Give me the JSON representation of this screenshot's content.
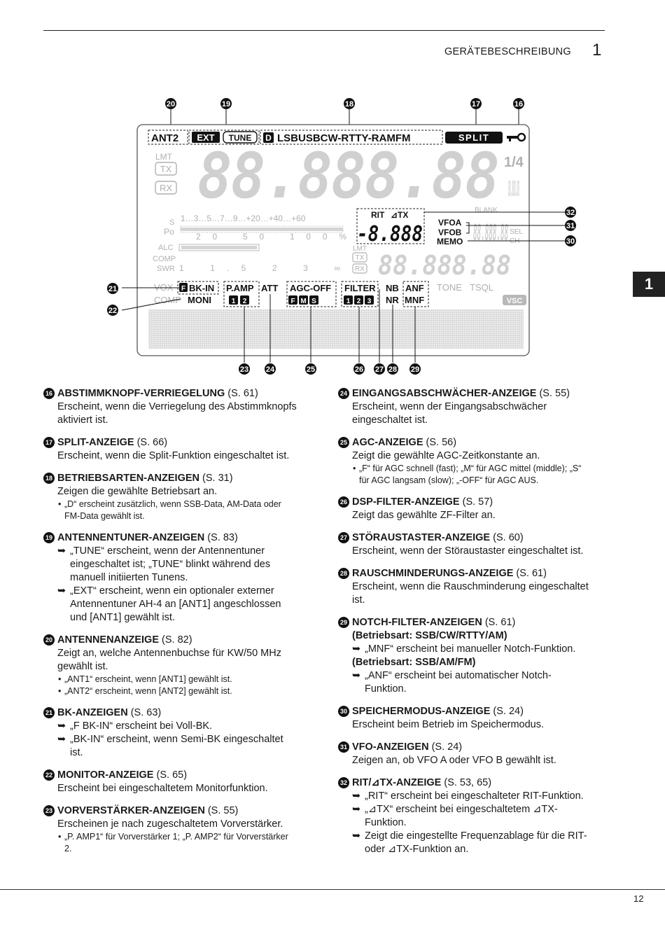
{
  "header": {
    "title": "GERÄTEBESCHREIBUNG",
    "chapter": "1"
  },
  "side_tab": "1",
  "page_number": "12",
  "diagram": {
    "top_row": {
      "ant": "ANT2",
      "ext": "EXT",
      "tune": "TUNE",
      "d": "D",
      "modes": "LSBUSBCW-RTTY-RAMFM",
      "split": "SPLIT"
    },
    "left_labels": {
      "lmt": "LMT",
      "tx": "TX",
      "rx": "RX"
    },
    "main_freq": "88.888.88",
    "quarter": "1/4",
    "meter": {
      "s_scale": "1…3…5…7…9…+20…+40…+60",
      "s": "S",
      "po": "Po",
      "po_scale": "20  50  100%",
      "alc": "ALC",
      "comp": "COMP",
      "swr": "SWR",
      "swr_scale": "1  1.5  2  3  ∞"
    },
    "rit": {
      "label_rit": "RIT",
      "label_dtx": "⊿TX",
      "value": "-8.888"
    },
    "vfo": {
      "vfoa": "VFOA",
      "vfob": "VFOB",
      "memo": "MEMO",
      "blank": "BLANK",
      "sel": "SEL",
      "ch": "CH"
    },
    "sub": {
      "lmt": "LMT",
      "tx": "TX",
      "rx": "RX",
      "freq": "88.888.88"
    },
    "status": {
      "vox": "VOX",
      "f": "F",
      "bkin": "BK-IN",
      "pamp": "P.AMP",
      "att": "ATT",
      "agc": "AGC-OFF",
      "filter": "FILTER",
      "nb": "NB",
      "anf": "ANF",
      "tone": "TONE",
      "tsql": "TSQL",
      "comp": "COMP",
      "moni": "MONI",
      "pamp_n1": "1",
      "pamp_n2": "2",
      "agc_f": "F",
      "agc_m": "M",
      "agc_s": "S",
      "f1": "1",
      "f2": "2",
      "f3": "3",
      "nr": "NR",
      "mnf": "MNF",
      "vsc": "VSC"
    },
    "callouts": {
      "c20": "20",
      "c19": "19",
      "c18": "18",
      "c17": "17",
      "c16": "16",
      "c32": "32",
      "c31": "31",
      "c30": "30",
      "c21": "21",
      "c22": "22",
      "c23": "23",
      "c24": "24",
      "c25": "25",
      "c26": "26",
      "c27": "27",
      "c28": "28",
      "c29": "29"
    }
  },
  "left_items": [
    {
      "num": "16",
      "title": "ABSTIMMKNOPF-VERRIEGELUNG",
      "ref": " (S. 61)",
      "text": "Erscheint, wenn die Verriegelung des Abstimmknopfs aktiviert ist."
    },
    {
      "num": "17",
      "title": "SPLIT-ANZEIGE",
      "ref": " (S. 66)",
      "text": "Erscheint, wenn die Split-Funktion eingeschaltet ist."
    },
    {
      "num": "18",
      "title": "BETRIEBSARTEN-ANZEIGEN",
      "ref": " (S. 31)",
      "text": "Zeigen die gewählte Betriebsart an.",
      "bullet": "„D“ erscheint zusätzlich, wenn SSB-Data, AM-Data oder FM-Data gewählt ist."
    },
    {
      "num": "19",
      "title": "ANTENNENTUNER-ANZEIGEN",
      "ref": " (S. 83)",
      "a1": "„TUNE“ erscheint, wenn der Antennentuner eingeschaltet ist; „TUNE“ blinkt während des manuell initiierten Tunens.",
      "a2": "„EXT“ erscheint, wenn ein optionaler externer Antennentuner AH-4 an [ANT1] angeschlossen und [ANT1] gewählt ist."
    },
    {
      "num": "20",
      "title": "ANTENNENANZEIGE",
      "ref": " (S. 82)",
      "text": "Zeigt an, welche Antennenbuchse für KW/50 MHz gewählt ist.",
      "b1": "„ANT1“ erscheint, wenn [ANT1] gewählt ist.",
      "b2": "„ANT2“ erscheint, wenn [ANT2] gewählt ist."
    },
    {
      "num": "21",
      "title": "BK-ANZEIGEN",
      "ref": " (S. 63)",
      "a1": "„F BK-IN“ erscheint bei Voll-BK.",
      "a2": "„BK-IN“ erscheint, wenn Semi-BK eingeschaltet ist."
    },
    {
      "num": "22",
      "title": "MONITOR-ANZEIGE",
      "ref": " (S. 65)",
      "text": "Erscheint bei eingeschaltetem Monitorfunktion."
    },
    {
      "num": "23",
      "title": "VORVERSTÄRKER-ANZEIGEN",
      "ref": " (S. 55)",
      "text": "Erscheinen je nach zugeschaltetem Vorverstärker.",
      "bullet": "„P. AMP1“ für Vorverstärker 1; „P. AMP2“ für Vorverstärker 2."
    }
  ],
  "right_items": [
    {
      "num": "24",
      "title": "EINGANGSABSCHWÄCHER-ANZEIGE",
      "ref": " (S. 55)",
      "text": "Erscheint, wenn der Eingangsabschwächer eingeschaltet ist."
    },
    {
      "num": "25",
      "title": "AGC-ANZEIGE",
      "ref": " (S. 56)",
      "text": "Zeigt die gewählte AGC-Zeitkonstante an.",
      "bullet": "„F“ für AGC schnell (fast); „M“ für AGC mittel (middle); „S“ für AGC langsam (slow); „-OFF“ für AGC AUS."
    },
    {
      "num": "26",
      "title": "DSP-FILTER-ANZEIGE",
      "ref": " (S. 57)",
      "text": "Zeigt das gewählte ZF-Filter an."
    },
    {
      "num": "27",
      "title": "STÖRAUSTASTER-ANZEIGE",
      "ref": " (S. 60)",
      "text": "Erscheint, wenn der Störaustaster eingeschaltet ist."
    },
    {
      "num": "28",
      "title": "RAUSCHMINDERUNGS-ANZEIGE",
      "ref": " (S. 61)",
      "text": "Erscheint, wenn die Rauschminderung eingeschaltet ist."
    },
    {
      "num": "29",
      "title": "NOTCH-FILTER-ANZEIGEN",
      "ref": " (S. 61)",
      "cond1": "(Betriebsart: SSB/CW/RTTY/AM)",
      "a1": "„MNF“ erscheint bei manueller Notch-Funktion.",
      "cond2": "(Betriebsart: SSB/AM/FM)",
      "a2": "„ANF“ erscheint bei automatischer Notch-Funktion."
    },
    {
      "num": "30",
      "title": "SPEICHERMODUS-ANZEIGE",
      "ref": " (S. 24)",
      "text": "Erscheint beim Betrieb im Speichermodus."
    },
    {
      "num": "31",
      "title": "VFO-ANZEIGEN",
      "ref": " (S. 24)",
      "text": "Zeigen an, ob VFO A oder VFO B gewählt ist."
    },
    {
      "num": "32",
      "title": "RIT/⊿TX-ANZEIGE",
      "ref": " (S. 53, 65)",
      "a1": "„RIT“ erscheint bei eingeschalteter RIT-Funktion.",
      "a2": "„⊿TX“ erscheint bei eingeschaltetem ⊿TX-Funktion.",
      "a3": "Zeigt die eingestellte Frequenzablage für die RIT- oder ⊿TX-Funktion an."
    }
  ]
}
